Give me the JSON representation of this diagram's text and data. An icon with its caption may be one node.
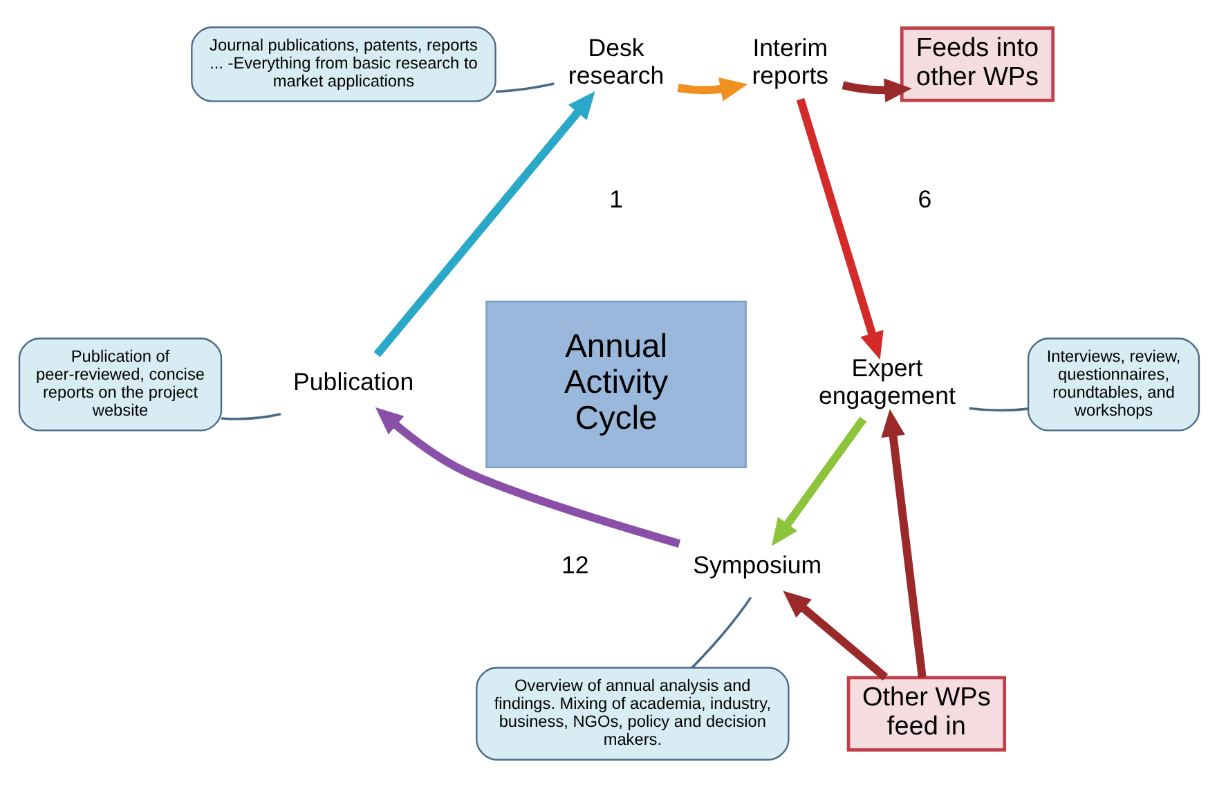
{
  "diagram": {
    "nodes": [
      {
        "text": [
          "Desk research"
        ]
      },
      {
        "text": [
          "Interim reports"
        ]
      },
      {
        "text": [
          "Expert engagement"
        ]
      },
      {
        "text": [
          "Symposium"
        ]
      },
      {
        "text": [
          "Publication"
        ]
      },
      {
        "text": [
          "Annual Activity Cycle"
        ]
      },
      {
        "text": [
          "Feeds into other WPs"
        ]
      },
      {
        "text": [
          "Other WPs feed in"
        ]
      },
      {
        "text": [
          "Journal publications, patents, reports ... -Everything from basic research to market applications"
        ]
      },
      {
        "text": [
          "Interviews, review, questionnaires, roundtables, and workshops"
        ]
      },
      {
        "text": [
          "Overview of annual analysis and findings. Mixing of academia, industry, business, NGOs, policy and decision makers."
        ]
      },
      {
        "text": [
          "Publication of peer-reviewed, concise reports on the project website"
        ]
      }
    ],
    "edges": [
      {
        "from": 0,
        "to": 1,
        "arrow": "to",
        "color": "#f0901e"
      },
      {
        "from": 1,
        "to": 2,
        "arrow": "to",
        "color": "#d42a2a"
      },
      {
        "from": 2,
        "to": 3,
        "arrow": "to",
        "color": "#8cc43c"
      },
      {
        "from": 3,
        "to": 4,
        "arrow": "to",
        "color": "#8a4fa8"
      },
      {
        "from": 4,
        "to": 0,
        "arrow": "to",
        "color": "#2aa8c8"
      },
      {
        "from": 1,
        "to": 6,
        "arrow": "to",
        "color": "#9a2a2a"
      },
      {
        "from": 7,
        "to": 2,
        "arrow": "to",
        "color": "#9a2a2a"
      },
      {
        "from": 7,
        "to": 3,
        "arrow": "to",
        "color": "#9a2a2a"
      },
      {
        "from": 8,
        "to": 0,
        "arrow": "none",
        "color": "#4a6a8a"
      },
      {
        "from": 9,
        "to": 2,
        "arrow": "none",
        "color": "#4a6a8a"
      },
      {
        "from": 10,
        "to": 3,
        "arrow": "none",
        "color": "#4a6a8a"
      },
      {
        "from": 11,
        "to": 4,
        "arrow": "none",
        "color": "#4a6a8a"
      }
    ],
    "labels": [
      "1",
      "6",
      "12"
    ]
  }
}
